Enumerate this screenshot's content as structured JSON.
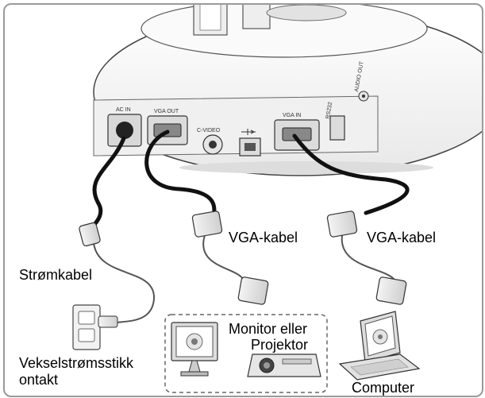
{
  "ports": {
    "ac_in": "AC IN",
    "vga_out": "VGA OUT",
    "c_video": "C-VIDEO",
    "vga_in": "VGA IN",
    "rs232": "RS232",
    "audio_out": "AUDIO OUT"
  },
  "labels": {
    "power_cable": "Strømkabel",
    "vga_cable_1": "VGA-kabel",
    "vga_cable_2": "VGA-kabel",
    "ac_outlet_line1": "Vekselstrømsstikk",
    "ac_outlet_line2": "ontakt",
    "monitor_line1": "Monitor eller",
    "monitor_line2": "Projektor",
    "computer": "Computer"
  },
  "colors": {
    "frame_border": "#9a9a9a",
    "device_fill": "#f7f7f7",
    "cable": "#111111",
    "connector": "#e6e6e6"
  }
}
